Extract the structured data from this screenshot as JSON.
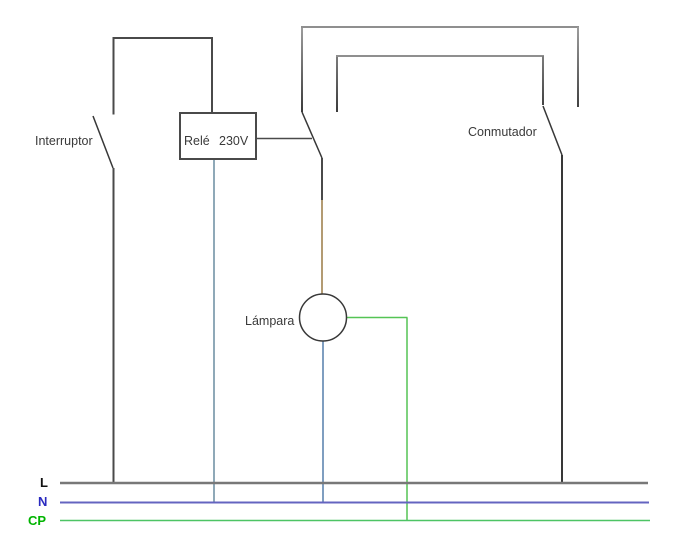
{
  "diagram": {
    "type": "electrical-schematic",
    "labels": {
      "interruptor": "Interruptor",
      "relay": "Relé",
      "relay_voltage": "230V",
      "conmutador": "Conmutador",
      "lampara": "Lámpara",
      "rail_l": "L",
      "rail_n": "N",
      "rail_cp": "CP"
    },
    "colors": {
      "wire": "#4a4a4a",
      "wire_dark": "#383838",
      "wire_light": "#8f8f8f",
      "rail_l": "#787878",
      "rail_n": "#6464c0",
      "rail_cp": "#4dc464",
      "label_l": "#111111",
      "label_n": "#2a2ac0",
      "label_cp": "#00b400",
      "relay_to_neutral": "#8fa9b8",
      "lamp_to_neutral": "#7f9ec0",
      "lamp_feed": "#b39b73",
      "earth": "#55c455",
      "component_label": "#3a3a3a"
    }
  }
}
